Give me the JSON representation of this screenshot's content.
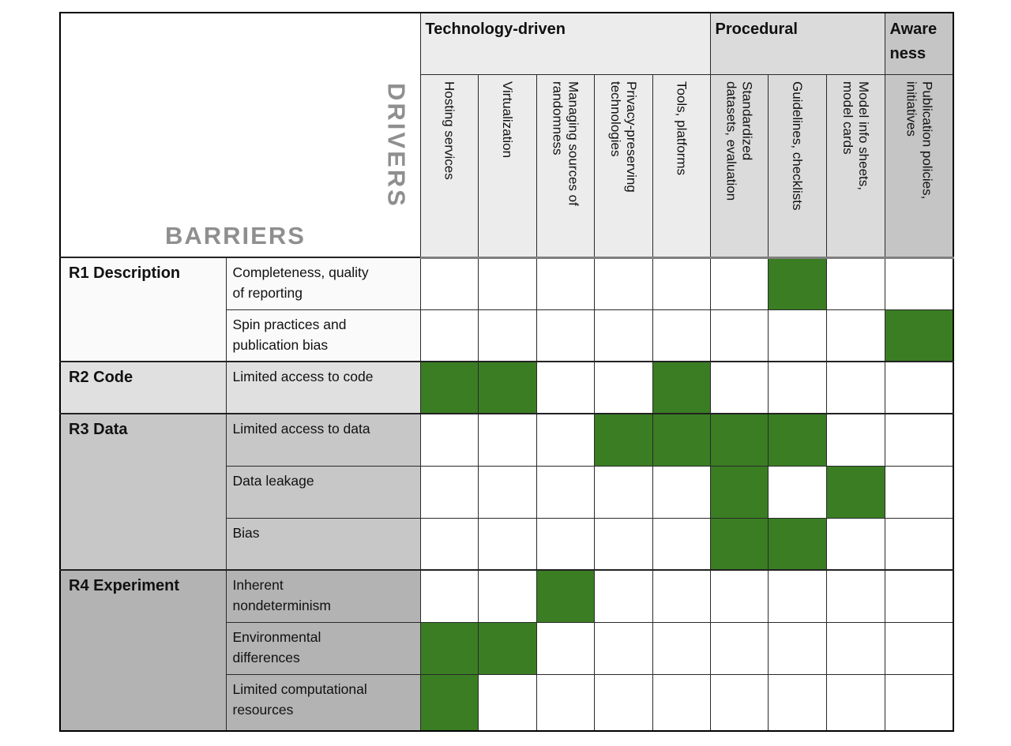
{
  "figure": {
    "axis_labels": {
      "drivers": "DRIVERS",
      "barriers": "BARRIERS"
    }
  },
  "driver_groups": [
    {
      "label": "Technology-driven",
      "columns": 5
    },
    {
      "label": "Procedural",
      "columns": 3
    },
    {
      "label": "Aware\nness",
      "columns": 1
    }
  ],
  "drivers": [
    {
      "label": "Hosting services",
      "group": "Technology-driven"
    },
    {
      "label": "Virtualization",
      "group": "Technology-driven"
    },
    {
      "label": "Managing sources of\nrandomness",
      "group": "Technology-driven"
    },
    {
      "label": "Privacy-preserving\ntechnologies",
      "group": "Technology-driven"
    },
    {
      "label": "Tools, platforms",
      "group": "Technology-driven"
    },
    {
      "label": "Standardized\ndatasets, evaluation",
      "group": "Procedural"
    },
    {
      "label": "Guidelines, checklists",
      "group": "Procedural"
    },
    {
      "label": "Model info sheets,\nmodel cards",
      "group": "Procedural"
    },
    {
      "label": "Publication policies,\ninitiatives",
      "group": "Awareness"
    }
  ],
  "barrier_groups": [
    {
      "label": "R1 Description",
      "rows": 2
    },
    {
      "label": "R2 Code",
      "rows": 1
    },
    {
      "label": "R3 Data",
      "rows": 3
    },
    {
      "label": "R4 Experiment",
      "rows": 3
    }
  ],
  "barriers": [
    {
      "label": "Completeness, quality\nof reporting",
      "group": "R1 Description"
    },
    {
      "label": "Spin practices and\npublication bias",
      "group": "R1 Description"
    },
    {
      "label": "Limited access to code",
      "group": "R2 Code"
    },
    {
      "label": "Limited access to data",
      "group": "R3 Data"
    },
    {
      "label": "Data leakage",
      "group": "R3 Data"
    },
    {
      "label": "Bias",
      "group": "R3 Data"
    },
    {
      "label": "Inherent\nnondeterminism",
      "group": "R4 Experiment"
    },
    {
      "label": "Environmental\ndifferences",
      "group": "R4 Experiment"
    },
    {
      "label": "Limited computational\nresources",
      "group": "R4 Experiment"
    }
  ],
  "matrix": {
    "marks": [
      [
        0,
        6
      ],
      [
        1,
        8
      ],
      [
        2,
        0
      ],
      [
        2,
        1
      ],
      [
        2,
        4
      ],
      [
        3,
        3
      ],
      [
        3,
        4
      ],
      [
        3,
        5
      ],
      [
        3,
        6
      ],
      [
        4,
        5
      ],
      [
        4,
        7
      ],
      [
        5,
        5
      ],
      [
        5,
        6
      ],
      [
        6,
        2
      ],
      [
        7,
        0
      ],
      [
        7,
        1
      ],
      [
        8,
        0
      ]
    ]
  },
  "colors": {
    "mark_green": "#3a7d23",
    "tech_header_bg": "#ececec",
    "procedural_header_bg": "#dbdbdb",
    "awareness_header_bg": "#c5c5c5",
    "r1_bg": "#fafafa",
    "r2_bg": "#e0e0e0",
    "r3_bg": "#c7c7c7",
    "r4_bg": "#b3b3b3",
    "axis_label_gray": "#8f8f8f"
  }
}
